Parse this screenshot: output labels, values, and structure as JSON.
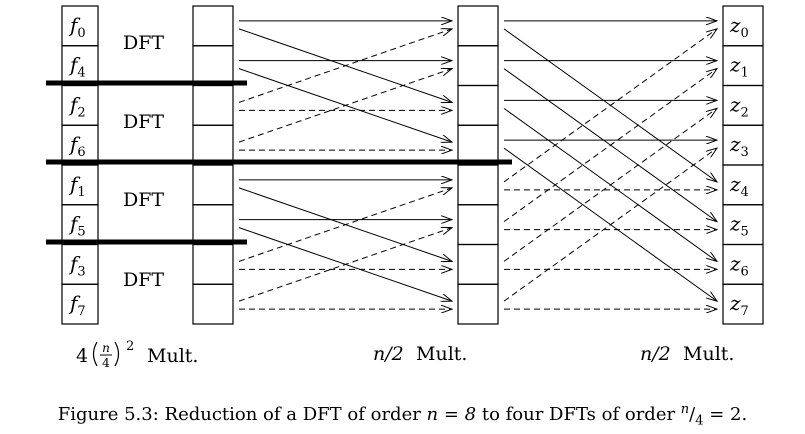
{
  "inputs": [
    {
      "base": "f",
      "sub": "0"
    },
    {
      "base": "f",
      "sub": "4"
    },
    {
      "base": "f",
      "sub": "2"
    },
    {
      "base": "f",
      "sub": "6"
    },
    {
      "base": "f",
      "sub": "1"
    },
    {
      "base": "f",
      "sub": "5"
    },
    {
      "base": "f",
      "sub": "3"
    },
    {
      "base": "f",
      "sub": "7"
    }
  ],
  "outputs": [
    {
      "base": "z",
      "sub": "0"
    },
    {
      "base": "z",
      "sub": "1"
    },
    {
      "base": "z",
      "sub": "2"
    },
    {
      "base": "z",
      "sub": "3"
    },
    {
      "base": "z",
      "sub": "4"
    },
    {
      "base": "z",
      "sub": "5"
    },
    {
      "base": "z",
      "sub": "6"
    },
    {
      "base": "z",
      "sub": "7"
    }
  ],
  "dft_label": "DFT",
  "labels": {
    "stage1": {
      "coef": "4",
      "num": "n",
      "den": "4",
      "exp": "2",
      "text": "Mult."
    },
    "stage2": {
      "math": "n/2",
      "text": "Mult."
    },
    "stage3": {
      "math": "n/2",
      "text": "Mult."
    }
  },
  "caption": {
    "prefix": "Figure 5.3: Reduction of a DFT of order ",
    "eq1": "n = 8",
    "middle": " to four DFTs of order ",
    "frac_num": "n",
    "frac_den": "4",
    "eq2": " = 2."
  }
}
